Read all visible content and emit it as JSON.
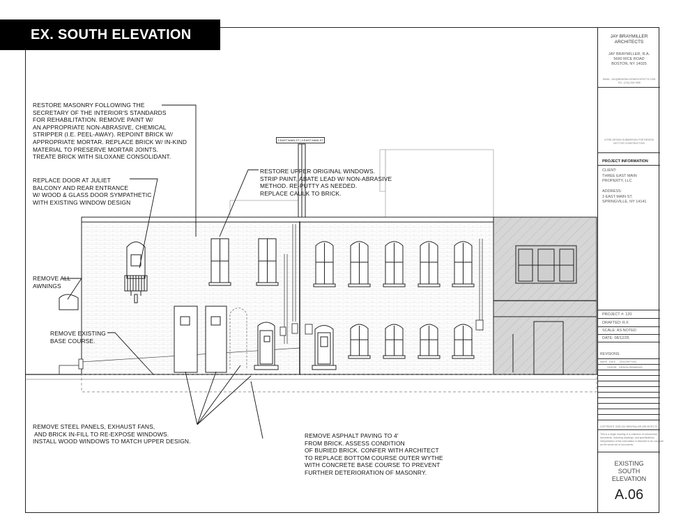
{
  "sheet_title": "EX. SOUTH ELEVATION",
  "street_tag": "3 EAST MAIN ST | 3 EAST MAIN ST",
  "notes": {
    "restore_masonry": "RESTORE MASONRY FOLLOWING THE\nSECRETARY OF THE INTERIOR'S STANDARDS\nFOR REHABILITATION. REMOVE PAINT W/\nAN APPROPRIATE NON-ABRASIVE, CHEMICAL\nSTRIPPER (I.E. PEEL-AWAY). REPOINT BRICK W/\nAPPROPRIATE MORTAR. REPLACE BRICK W/ IN-KIND\nMATERIAL TO PRESERVE MORTAR JOINTS.\nTREATE BRICK WITH SILOXANE CONSOLIDANT.",
    "replace_door": "REPLACE DOOR AT JULIET\nBALCONY AND REAR ENTRANCE\nW/ WOOD & GLASS DOOR SYMPATHETIC\nWITH EXISTING WINDOW DESIGN",
    "restore_windows": "RESTORE UPPER ORIGINAL WINDOWS.\nSTRIP PAINT, ABATE LEAD W/ NON-ABRASIVE\nMETHOD. RE-PUTTY AS NEEDED.\nREPLACE CAULK TO BRICK.",
    "remove_awnings": "REMOVE ALL\nAWNINGS",
    "remove_base": "REMOVE EXISTING\nBASE COURSE.",
    "remove_steel": "REMOVE STEEL PANELS, EXHAUST FANS,\n AND BRICK IN-FILL TO RE-EXPOSE WINDOWS.\nINSTALL WOOD WINDOWS TO MATCH UPPER DESIGN.",
    "remove_asphalt": "REMOVE ASPHALT PAVING TO 4'\nFROM BRICK. ASSESS CONDITION\nOF BURIED BRICK. CONFER WITH ARCHITECT\nTO REPLACE BOTTOM COURSE OUTER WYTHE\nWITH CONCRETE BASE COURSE TO PREVENT\nFURTHER DETERIORATION OF MASONRY."
  },
  "title_block": {
    "firm_name": "JAY BRAYMILLER\nARCHITECTS",
    "firm_address": "JAY BRAYMILLER, R.A.\n5660 RICE ROAD\nBOSTON, NY 14025",
    "firm_contact": "EMAIL: JAY@BRAYMILLERARCHITECTS.COM\nTEL: (716) 208-7658",
    "stamp_note": "A PRE-DESIGN SUBMISSION FOR REVIEW\nNOT FOR CONSTRUCTION",
    "project_info_label": "PROJECT INFORMATION",
    "client_block": "CLIENT:\nTHREE EAST MAIN\nPROPERTY, LLC\n\nADDRESS:\n3 EAST MAIN ST.\nSPRINGVILLE, NY 14141",
    "project_no": "PROJECT #: 120",
    "drafted": "DRAFTED: R.F.",
    "scale": "SCALE: AS NOTED",
    "date": "DATE: 08/12/25",
    "revisions_label": "REVISIONS:",
    "rev_header": "MARK   DATE      DESCRIPTION",
    "rev_row": "          7/4/2025    DESIGN DRAWINGS",
    "copyright": "COPYRIGHT 2025 JAY BRAYMILLER ARCHITECTS",
    "disclaimer": "This is a single drawing of a collection of construction\ndocuments, including drawings, and specifications.\nInterpretation of this information is intended to be complete\nas the whole set of documents.",
    "drawing_title": "EXISTING\nSOUTH\nELEVATION",
    "sheet_number": "A.06"
  },
  "colors": {
    "line": "#222222",
    "brick": "#d8d8d8",
    "hatch": "#c6c6c6",
    "banner_bg": "#000000",
    "banner_text": "#ffffff"
  }
}
